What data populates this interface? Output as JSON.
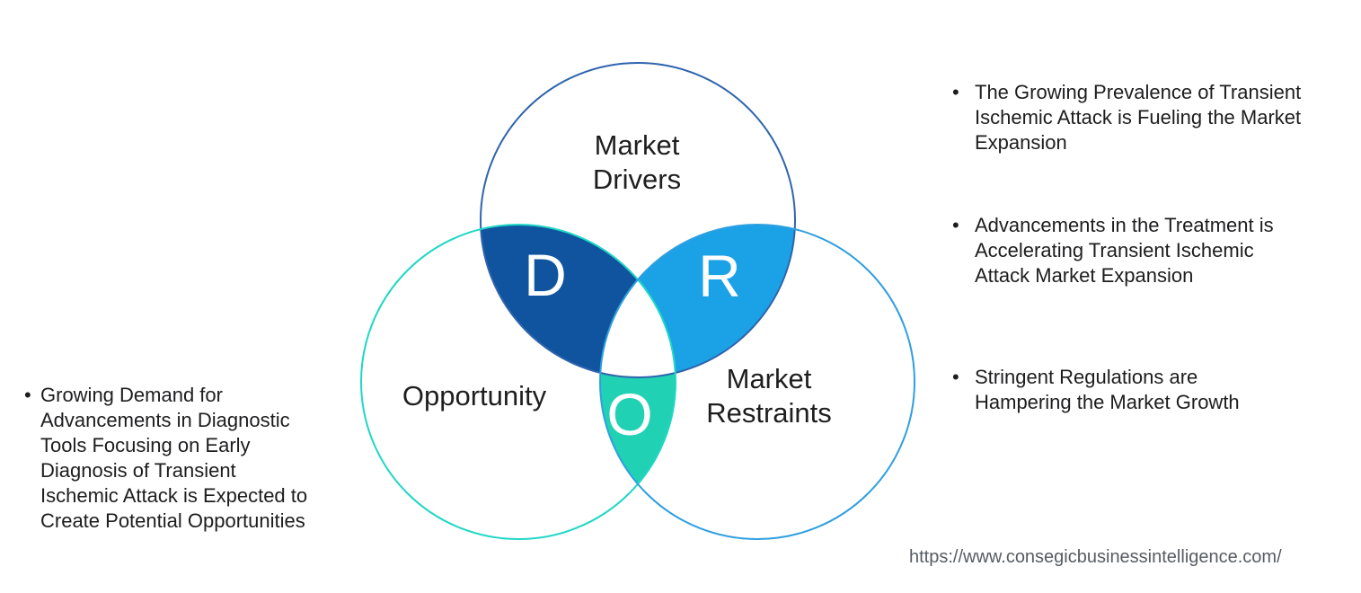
{
  "venn": {
    "colors": {
      "drivers_outline": "#2f64ad",
      "opportunity_outline": "#1fd7c5",
      "restraints_outline": "#2f9fe0",
      "petal_d_fill": "#10549f",
      "petal_r_fill": "#1ba2e6",
      "petal_o_fill": "#20d2b3",
      "center_fill": "#ffffff"
    },
    "labels": {
      "drivers": "Market\nDrivers",
      "opportunity": "Opportunity",
      "restraints": "Market\nRestraints"
    },
    "letters": {
      "d": "D",
      "r": "R",
      "o": "O"
    }
  },
  "glyphs": {
    "bullet": "•"
  },
  "left_panel": {
    "bullets": [
      {
        "text": "Growing Demand for\nAdvancements in Diagnostic\nTools Focusing on Early\nDiagnosis of Transient\nIschemic Attack is Expected to\nCreate Potential Opportunities"
      }
    ]
  },
  "right_panel": {
    "bullets": [
      {
        "text": "The Growing Prevalence of Transient\nIschemic Attack is Fueling the Market\nExpansion"
      },
      {
        "text": "Advancements in the Treatment is\nAccelerating Transient Ischemic\nAttack Market Expansion"
      },
      {
        "text": "Stringent Regulations are\nHampering the Market Growth"
      }
    ]
  },
  "footer": {
    "url": "https://www.consegicbusinessintelligence.com/"
  }
}
